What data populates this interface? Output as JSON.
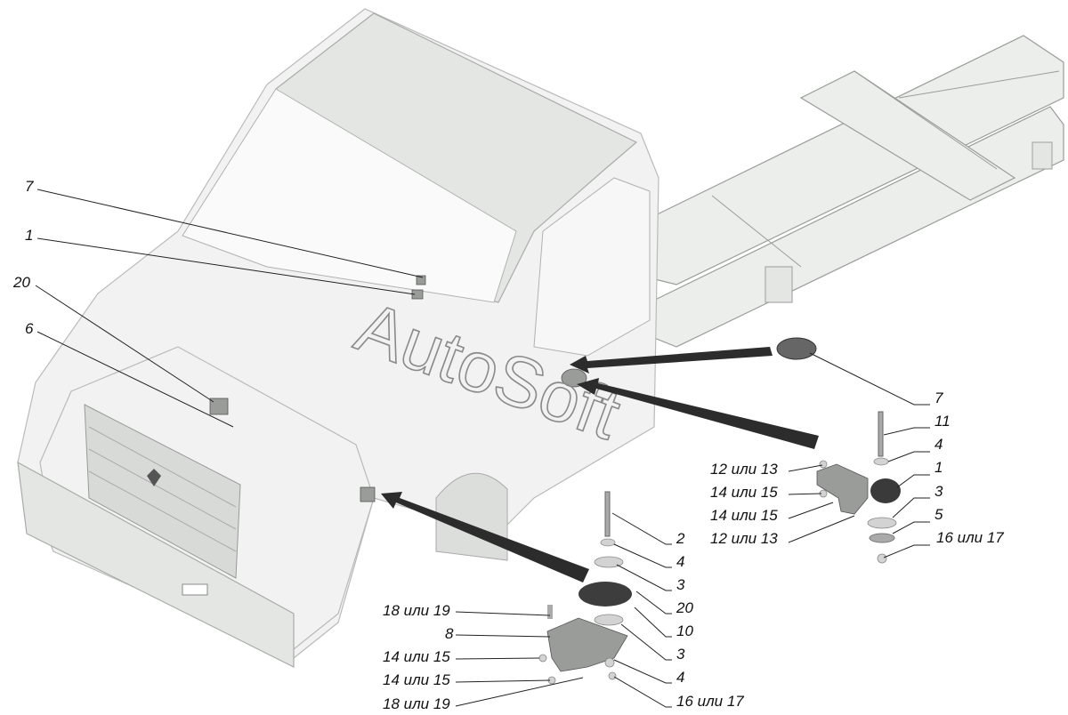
{
  "diagram": {
    "watermark": "AutoSoft",
    "cab_callouts": [
      "7",
      "1",
      "20",
      "6"
    ],
    "rear_mount_callouts": {
      "left": [
        "12 или 13",
        "14 или 15",
        "14 или 15",
        "12 или 13"
      ],
      "right": [
        "7",
        "11",
        "4",
        "1",
        "3",
        "5",
        "16 или 17"
      ]
    },
    "front_mount_callouts": {
      "left": [
        "18 или 19",
        "8",
        "14 или 15",
        "14 или 15",
        "18 или 19"
      ],
      "right": [
        "2",
        "4",
        "3",
        "20",
        "10",
        "3",
        "4",
        "16 или 17"
      ]
    }
  }
}
